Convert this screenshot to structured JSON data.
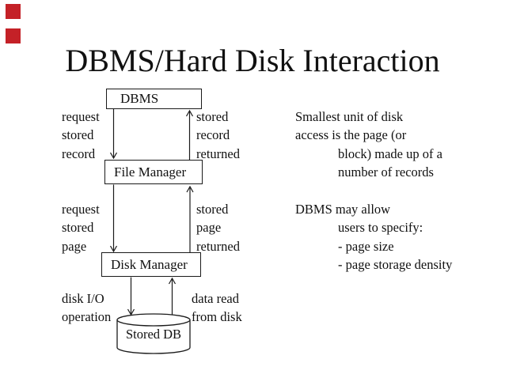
{
  "slide": {
    "title": "DBMS/Hard Disk Interaction",
    "accent_color": "#c42127",
    "background_color": "#ffffff",
    "text_color": "#111111"
  },
  "diagram": {
    "boxes": [
      {
        "label": "DBMS"
      },
      {
        "label": "File Manager"
      },
      {
        "label": "Disk Manager"
      }
    ],
    "cylinder": {
      "label": "Stored DB"
    },
    "edge_labels": {
      "dbms_to_fm": [
        "request",
        "stored",
        "record"
      ],
      "fm_to_dbms": [
        "stored",
        "record",
        "returned"
      ],
      "fm_to_dm": [
        "request",
        "stored",
        "page"
      ],
      "dm_to_fm": [
        "stored",
        "page",
        "returned"
      ],
      "dm_to_db": [
        "disk I/O",
        "operation"
      ],
      "db_to_dm": [
        "data read",
        "from disk"
      ]
    }
  },
  "notes": {
    "block1_lines": [
      "Smallest unit of disk",
      "access is the page (or",
      "block) made up of a",
      "number of records"
    ],
    "block2_lines": [
      "DBMS may allow",
      "users to specify:",
      "- page size",
      "- page storage density"
    ]
  }
}
